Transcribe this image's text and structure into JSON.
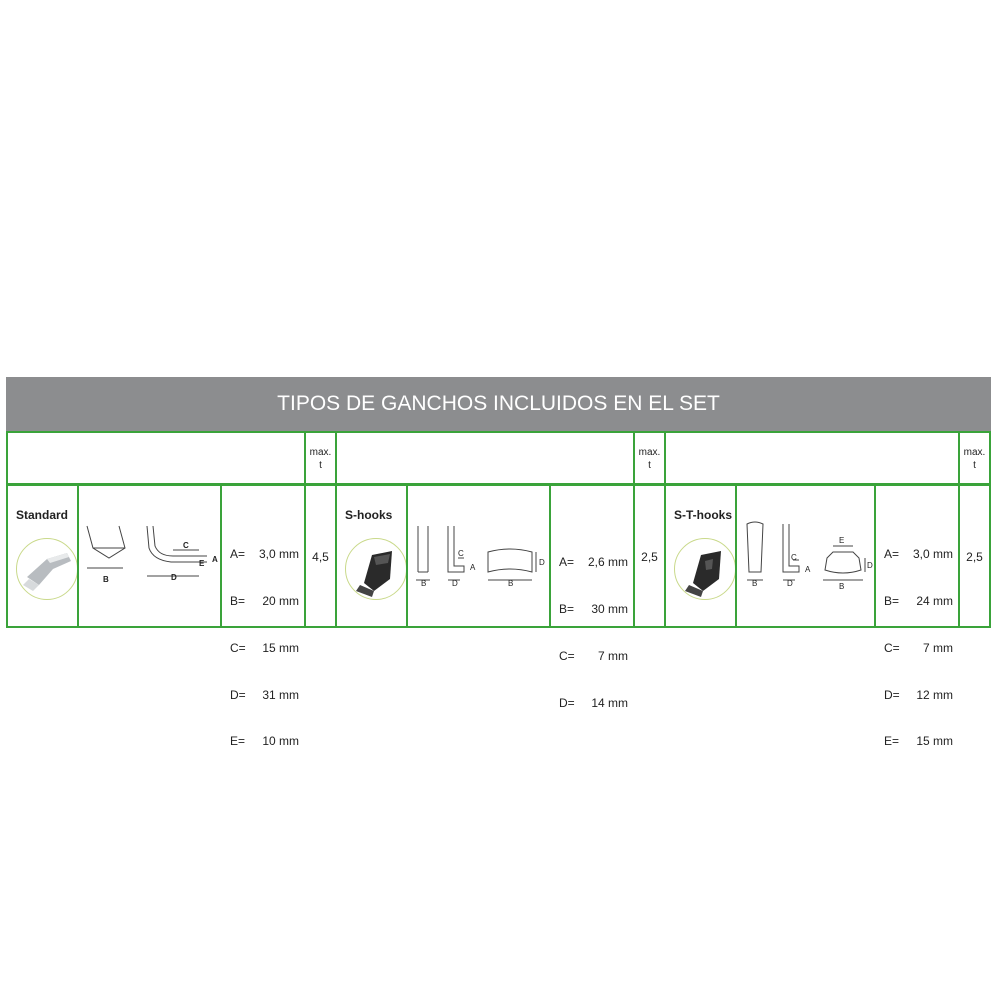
{
  "title": "TIPOS DE GANCHOS INCLUIDOS EN EL SET",
  "header": {
    "max_label_line1": "max.",
    "max_label_line2": "t"
  },
  "hooks": [
    {
      "name": "Standard",
      "dims": [
        {
          "key": "A=",
          "value": "3,0 mm"
        },
        {
          "key": "B=",
          "value": "20 mm"
        },
        {
          "key": "C=",
          "value": "15 mm"
        },
        {
          "key": "D=",
          "value": "31 mm"
        },
        {
          "key": "E=",
          "value": "10 mm"
        }
      ],
      "max_t": "4,5",
      "diagram_labels": {
        "a": "A",
        "b": "B",
        "c": "C",
        "d": "D",
        "e": "E"
      }
    },
    {
      "name": "S-hooks",
      "dims": [
        {
          "key": "A=",
          "value": "2,6 mm"
        },
        {
          "key": "B=",
          "value": "30 mm"
        },
        {
          "key": "C=",
          "value": "7 mm"
        },
        {
          "key": "D=",
          "value": "14 mm"
        }
      ],
      "max_t": "2,5",
      "diagram_labels": {
        "a": "A",
        "b": "B",
        "c": "C",
        "d": "D"
      }
    },
    {
      "name": "S-T-hooks",
      "dims": [
        {
          "key": "A=",
          "value": "3,0 mm"
        },
        {
          "key": "B=",
          "value": "24 mm"
        },
        {
          "key": "C=",
          "value": "7 mm"
        },
        {
          "key": "D=",
          "value": "12 mm"
        },
        {
          "key": "E=",
          "value": "15 mm"
        }
      ],
      "max_t": "2,5",
      "diagram_labels": {
        "a": "A",
        "b": "B",
        "c": "C",
        "d": "D",
        "e": "E"
      }
    }
  ],
  "colors": {
    "title_bg": "#8c8d8f",
    "border": "#3aa33a",
    "photo_ring": "#c9d98a"
  }
}
